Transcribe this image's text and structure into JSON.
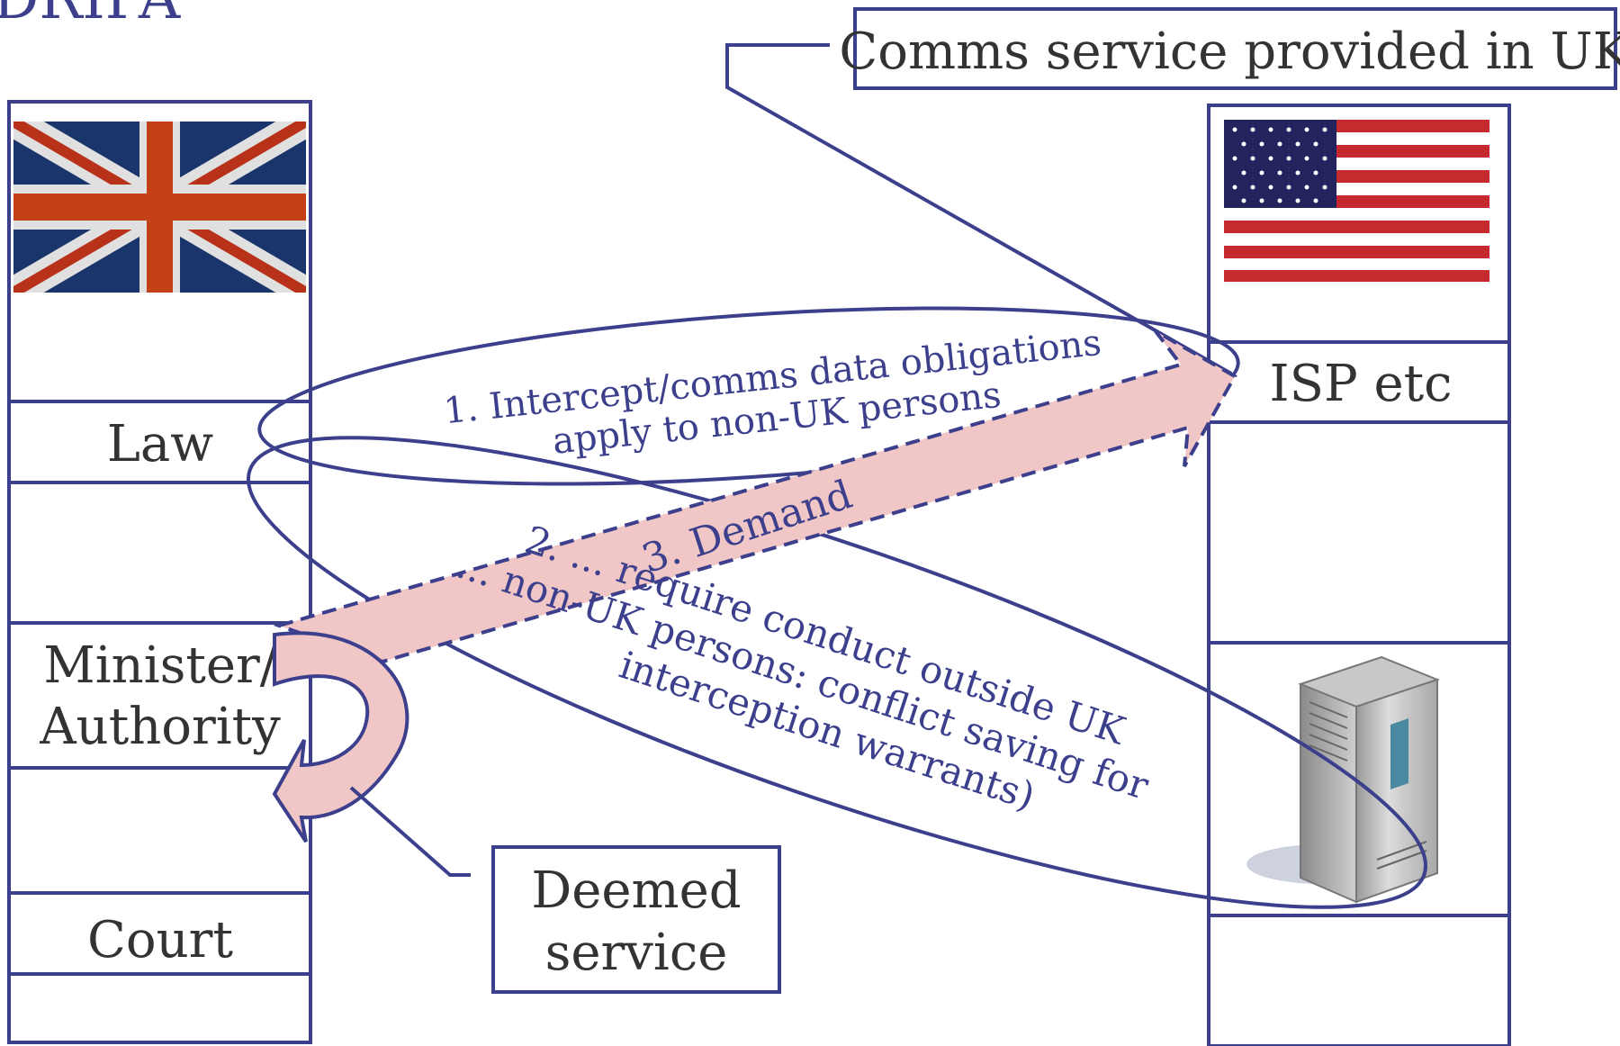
{
  "title": "DRIPA",
  "callout_top": "Comms service provided in UK",
  "uk_column": {
    "labels": {
      "law": "Law",
      "minister_line1": "Minister/",
      "minister_line2": "Authority",
      "court": "Court"
    }
  },
  "us_column": {
    "labels": {
      "isp": "ISP etc"
    }
  },
  "ellipse1": {
    "line1": "1. Intercept/comms data obligations",
    "line2": "apply to non-UK persons"
  },
  "ellipse2": {
    "line1": "2. ... require conduct outside UK",
    "line2": "... non-UK persons: conflict saving for",
    "line3": "interception warrants)"
  },
  "arrow_label": "3. Demand",
  "deemed_box": {
    "line1": "Deemed",
    "line2": "service"
  },
  "colors": {
    "navy": "#3b3f8c",
    "arrow_fill": "#f0c6c6",
    "text_dark": "#333333"
  },
  "icons": [
    "uk-flag-icon",
    "us-flag-icon",
    "server-icon"
  ]
}
